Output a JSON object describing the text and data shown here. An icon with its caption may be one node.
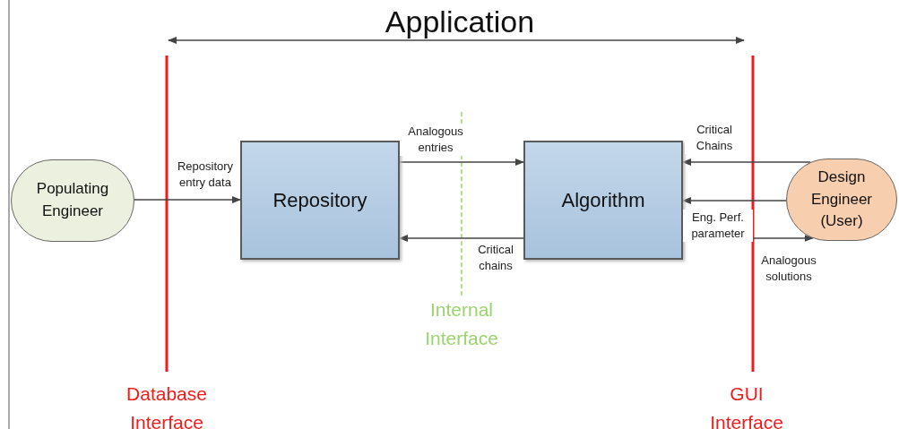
{
  "diagram": {
    "title": "Application",
    "nodes": [
      {
        "text": [
          "Populating Engineer"
        ]
      },
      {
        "text": [
          "Repository"
        ]
      },
      {
        "text": [
          "Algorithm"
        ]
      },
      {
        "text": [
          "Design Engineer (User)"
        ]
      }
    ],
    "edges": [
      {
        "from": 0,
        "to": 1,
        "arrow": "to",
        "label": "Repository entry data"
      },
      {
        "from": 1,
        "to": 2,
        "arrow": "to",
        "label": "Analogous entries"
      },
      {
        "from": 2,
        "to": 1,
        "arrow": "to",
        "label": "Critical chains"
      },
      {
        "from": 3,
        "to": 2,
        "arrow": "to",
        "label": "Critical Chains"
      },
      {
        "from": 3,
        "to": 2,
        "arrow": "to",
        "label": "Eng. Perf. parameter"
      },
      {
        "from": 2,
        "to": 3,
        "arrow": "to",
        "label": "Analogous solutions"
      }
    ],
    "labels": [
      "Internal Interface",
      "Database Interface",
      "GUI Interface"
    ]
  }
}
